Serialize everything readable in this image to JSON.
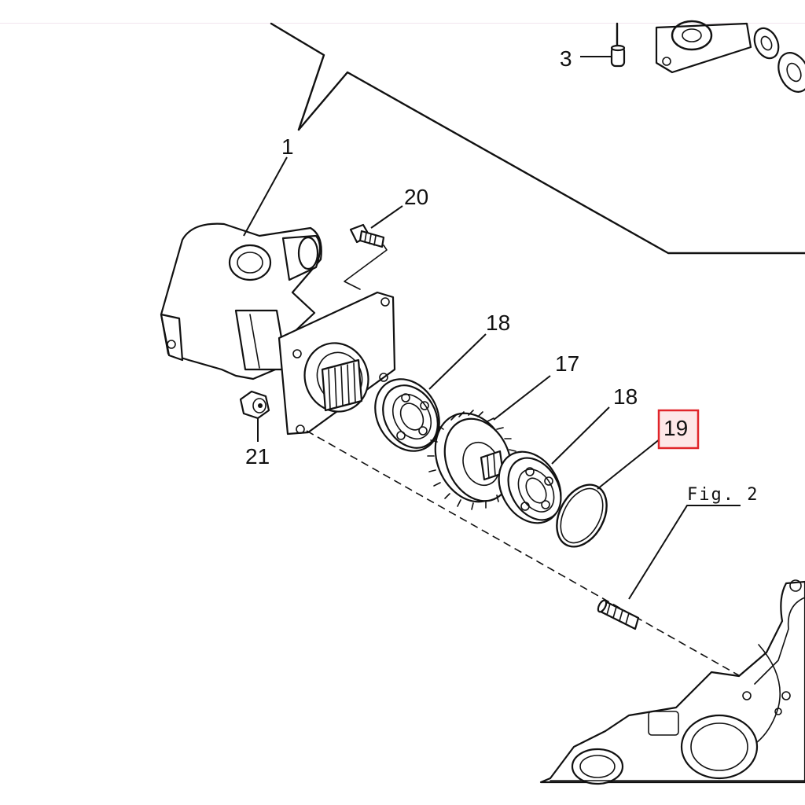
{
  "diagram": {
    "callouts": {
      "part_1": "1",
      "part_3": "3",
      "part_17": "17",
      "part_18_left": "18",
      "part_18_right": "18",
      "part_19": "19",
      "part_20": "20",
      "part_21": "21"
    },
    "fig_ref": "Fig. 2",
    "highlight": {
      "part": "19",
      "color": "#e0252a",
      "fill": "#fde7e8"
    },
    "icons": {
      "pump_housing": "pump-housing-icon",
      "bolt": "bolt-icon",
      "nut": "nut-icon",
      "bearing": "ball-bearing-icon",
      "gear": "helical-gear-icon",
      "o_ring": "o-ring-icon",
      "dowel": "dowel-pin-icon",
      "cover_plate": "gear-case-cover-icon"
    }
  }
}
